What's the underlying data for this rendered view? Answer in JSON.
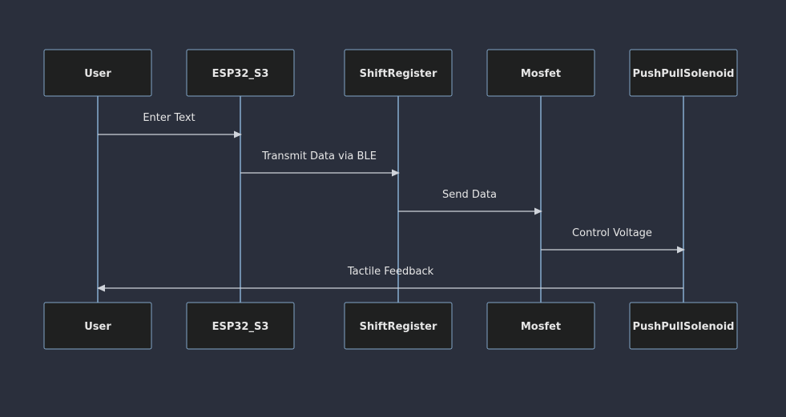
{
  "diagram": {
    "actors": [
      {
        "id": "user",
        "label": "User"
      },
      {
        "id": "esp32",
        "label": "ESP32_S3"
      },
      {
        "id": "shift",
        "label": "ShiftRegister"
      },
      {
        "id": "mosfet",
        "label": "Mosfet"
      },
      {
        "id": "solenoid",
        "label": "PushPullSolenoid"
      }
    ],
    "messages": [
      {
        "from": "user",
        "to": "esp32",
        "label": "Enter Text"
      },
      {
        "from": "esp32",
        "to": "shift",
        "label": "Transmit Data via BLE"
      },
      {
        "from": "shift",
        "to": "mosfet",
        "label": "Send Data"
      },
      {
        "from": "mosfet",
        "to": "solenoid",
        "label": "Control Voltage"
      },
      {
        "from": "solenoid",
        "to": "user",
        "label": "Tactile Feedback"
      }
    ],
    "colors": {
      "background": "#2a2f3c",
      "actor_fill": "#1f2020",
      "actor_border": "#82a6c8",
      "lifeline": "#82a6c8",
      "message": "#cfd3da",
      "text": "#e6e6e6"
    }
  }
}
